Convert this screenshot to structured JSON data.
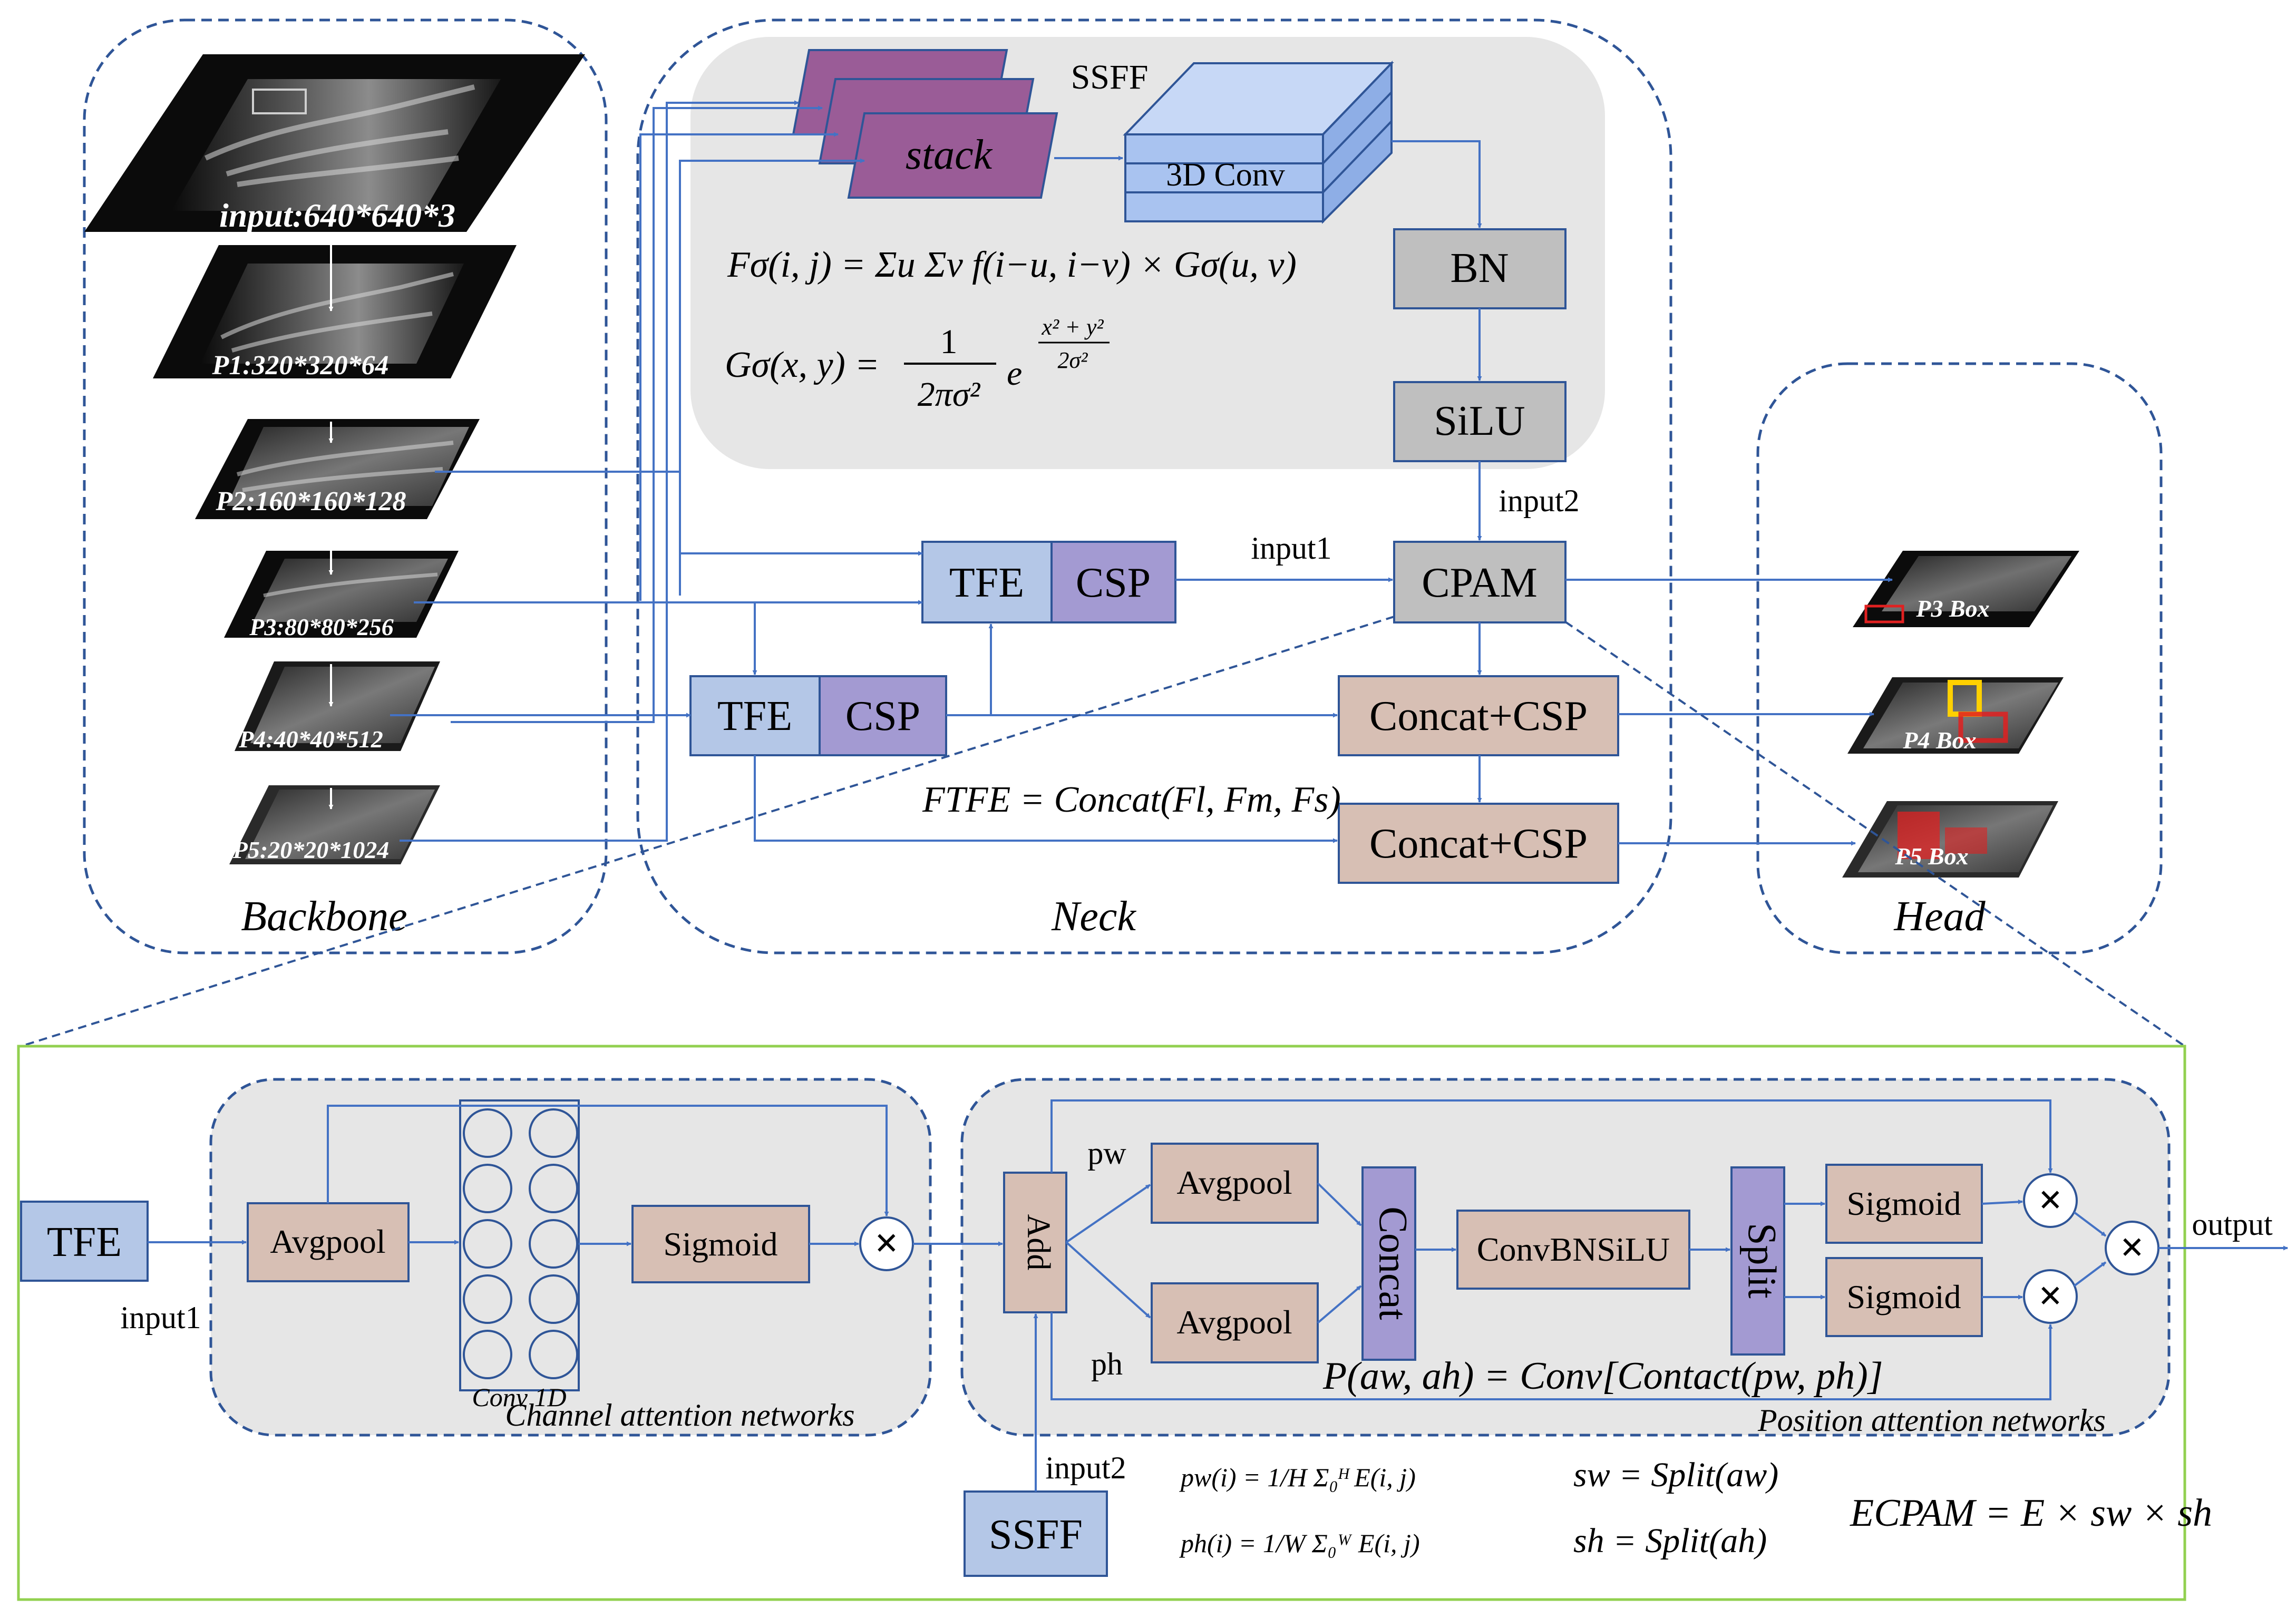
{
  "regions": {
    "backbone": "Backbone",
    "neck": "Neck",
    "head": "Head",
    "channel_attention": "Channel attention networks",
    "position_attention": "Position attention networks"
  },
  "backbone_layers": [
    "input:640*640*3",
    "P1:320*320*64",
    "P2:160*160*128",
    "P3:80*80*256",
    "P4:40*40*512",
    "P5:20*20*1024"
  ],
  "ssff": {
    "title": "SSFF",
    "stack": "stack",
    "conv3d": "3D Conv",
    "bn": "BN",
    "silu": "SiLU",
    "eq_f": "Fσ(i, j) = Σu Σv f(i−u, i−v) × Gσ(u, v)",
    "eq_g_left": "Gσ(x, y) =",
    "eq_g_num": "1",
    "eq_g_den": "2πσ²",
    "eq_g_exp": "e",
    "eq_g_power_num": "x² + y²",
    "eq_g_power_den": "2σ²"
  },
  "neck": {
    "tfe": "TFE",
    "csp": "CSP",
    "cpam": "CPAM",
    "concat_csp": "Concat+CSP",
    "input1": "input1",
    "input2": "input2",
    "eq_tfe": "FTFE = Concat(Fl, Fm, Fs)"
  },
  "head": {
    "p3": "P3 Box",
    "p4": "P4 Box",
    "p5": "P5 Box"
  },
  "cpam_detail": {
    "tfe": "TFE",
    "input1": "input1",
    "avgpool": "Avgpool",
    "conv1d": "Conv 1D",
    "sigmoid": "Sigmoid",
    "add": "Add",
    "pw": "pw",
    "ph": "ph",
    "concat": "Concat",
    "convbnsilu": "ConvBNSiLU",
    "split": "Split",
    "output": "output",
    "ssff": "SSFF",
    "input2": "input2",
    "eq_p": "P(aw, ah) = Conv[Contact(pw, ph)]",
    "eq_pw": "pw(i) = 1/H Σ₀ᴴ E(i, j)",
    "eq_ph": "ph(i) = 1/W Σ₀ᵂ E(i, j)",
    "eq_sw": "sw = Split(aw)",
    "eq_sh": "sh = Split(ah)",
    "eq_e": "ECPAM = E × sw × sh",
    "mult": "×"
  },
  "colors": {
    "dash_border": "#2f5597",
    "arrow": "#4472c4",
    "blue_box": "#b4c7e7",
    "purple_box": "#a39ad2",
    "tan_box": "#d7bfb4",
    "gray_box": "#bfbfbf",
    "ssff_bg": "#e6e6e6",
    "stack_purple": "#9a5c97",
    "conv3d_blue": "#a9c3f0",
    "green_border": "#92d050"
  }
}
